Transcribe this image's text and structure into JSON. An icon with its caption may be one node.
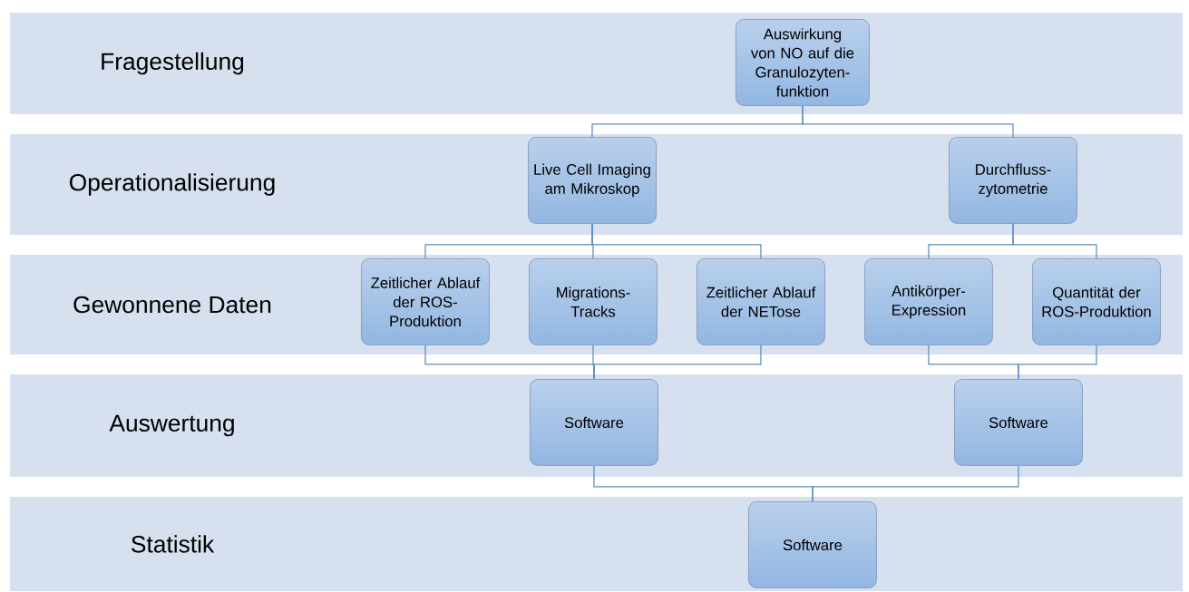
{
  "diagram": {
    "nodes": [
      {
        "text": [
          "Fragestellung"
        ]
      },
      {
        "text": [
          "Auswirkung von NO auf die Granulozyten- funktion"
        ],
        "in": 0
      },
      {
        "text": [
          "Operationalisierung"
        ]
      },
      {
        "text": [
          "Live Cell Imaging am Mikroskop"
        ],
        "in": 2
      },
      {
        "text": [
          "Durchfluss- zytometrie"
        ],
        "in": 2
      },
      {
        "text": [
          "Gewonnene Daten"
        ]
      },
      {
        "text": [
          "Zeitlicher Ablauf der ROS- Produktion"
        ],
        "in": 5
      },
      {
        "text": [
          "Migrations- Tracks"
        ],
        "in": 5
      },
      {
        "text": [
          "Zeitlicher Ablauf der NETose"
        ],
        "in": 5
      },
      {
        "text": [
          "Antikörper- Expression"
        ],
        "in": 5
      },
      {
        "text": [
          "Quantität der ROS-Produktion"
        ],
        "in": 5
      },
      {
        "text": [
          "Auswertung"
        ]
      },
      {
        "text": [
          "Software"
        ],
        "in": 11
      },
      {
        "text": [
          "Software"
        ],
        "in": 11
      },
      {
        "text": [
          "Statistik"
        ]
      },
      {
        "text": [
          "Software"
        ],
        "in": 14
      }
    ],
    "edges": [
      {
        "from": 1,
        "to": 3,
        "arrow": "none"
      },
      {
        "from": 1,
        "to": 4,
        "arrow": "none"
      },
      {
        "from": 3,
        "to": 6,
        "arrow": "none"
      },
      {
        "from": 3,
        "to": 7,
        "arrow": "none"
      },
      {
        "from": 3,
        "to": 8,
        "arrow": "none"
      },
      {
        "from": 4,
        "to": 9,
        "arrow": "none"
      },
      {
        "from": 4,
        "to": 10,
        "arrow": "none"
      },
      {
        "from": 6,
        "to": 12,
        "arrow": "none"
      },
      {
        "from": 7,
        "to": 12,
        "arrow": "none"
      },
      {
        "from": 8,
        "to": 12,
        "arrow": "none"
      },
      {
        "from": 9,
        "to": 13,
        "arrow": "none"
      },
      {
        "from": 10,
        "to": 13,
        "arrow": "none"
      },
      {
        "from": 12,
        "to": 15,
        "arrow": "none"
      },
      {
        "from": 13,
        "to": 15,
        "arrow": "none"
      }
    ]
  }
}
